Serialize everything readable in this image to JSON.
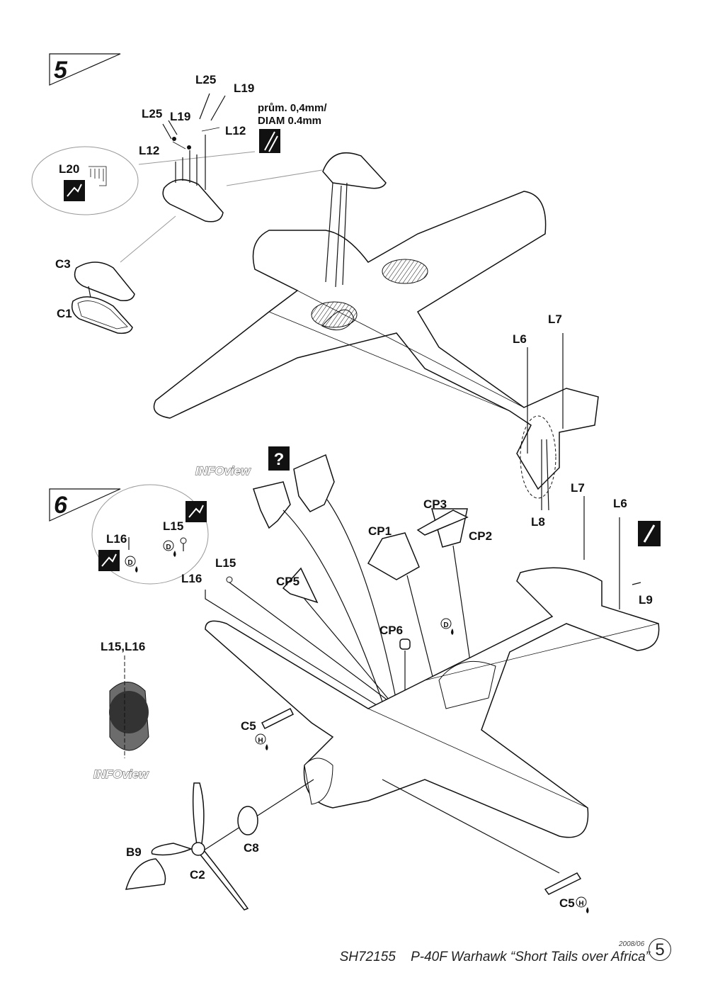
{
  "steps": [
    {
      "number": "5"
    },
    {
      "number": "6"
    }
  ],
  "notes": {
    "drill_line1": "prům. 0,4mm/",
    "drill_line2": "DIAM 0.4mm",
    "infoview": "INFOview"
  },
  "labels": {
    "L25a": "L25",
    "L19a": "L19",
    "L25b": "L25",
    "L19b": "L19",
    "L12a": "L12",
    "L12b": "L12",
    "L20": "L20",
    "C3": "C3",
    "C1": "C1",
    "L6a": "L6",
    "L7a": "L7",
    "L8": "L8",
    "L7b": "L7",
    "L6b": "L6",
    "L9": "L9",
    "L16a": "L16",
    "L15a": "L15",
    "L15b": "L15",
    "L16b": "L16",
    "L15L16": "L15,L16",
    "CP1": "CP1",
    "CP2": "CP2",
    "CP3": "CP3",
    "CP5": "CP5",
    "CP6": "CP6",
    "C5a": "C5",
    "C5b": "C5",
    "C8": "C8",
    "C2": "C2",
    "B9": "B9"
  },
  "paint_codes": {
    "D": "D",
    "H": "H"
  },
  "symbols": {
    "question": "?"
  },
  "icons": [
    "photo-etch-icon",
    "drill-icon",
    "question-icon",
    "paint-drop-icon",
    "cut-icon"
  ],
  "footer": {
    "code": "SH72155",
    "title": "P-40F Warhawk “Short Tails over Africa”",
    "date": "2008/06",
    "page": "5"
  }
}
